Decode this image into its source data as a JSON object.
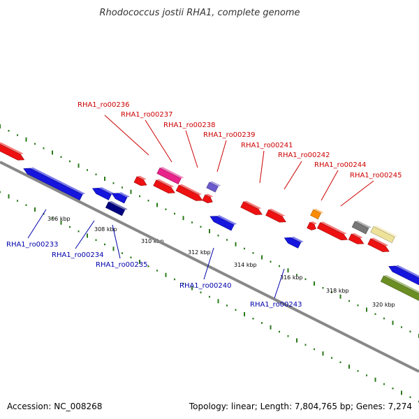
{
  "title": "Rhodococcus jostii RHA1, complete genome",
  "footer": {
    "accession": "Accession: NC_008268",
    "summary": "Topology: linear; Length: 7,804,765 bp; Genes: 7,274"
  },
  "colors": {
    "backbone": "#888888",
    "tick": "#2a7a1a",
    "label_forward": "#cc0000",
    "label_reverse": "#0000aa"
  },
  "ticks": [
    "306 kbp",
    "308 kbp",
    "310 kbp",
    "312 kbp",
    "314 kbp",
    "316 kbp",
    "318 kbp",
    "320 kbp"
  ],
  "forward_labels": [
    "RHA1_ro00236",
    "RHA1_ro00237",
    "RHA1_ro00238",
    "RHA1_ro00239",
    "RHA1_ro00241",
    "RHA1_ro00242",
    "RHA1_ro00244",
    "RHA1_ro00245"
  ],
  "reverse_labels": [
    "RHA1_ro00233",
    "RHA1_ro00234",
    "RHA1_ro00235",
    "RHA1_ro00240",
    "RHA1_ro00243"
  ]
}
